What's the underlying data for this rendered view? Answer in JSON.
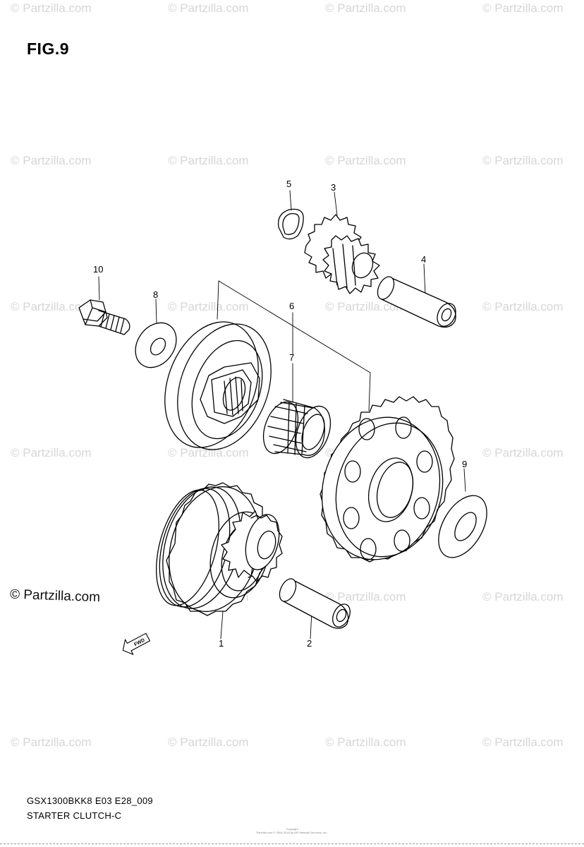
{
  "figure": {
    "title": "FIG.9"
  },
  "watermark": {
    "text": "© Partzilla.com"
  },
  "callouts": [
    {
      "id": "1",
      "label": "1"
    },
    {
      "id": "2",
      "label": "2"
    },
    {
      "id": "3",
      "label": "3"
    },
    {
      "id": "4",
      "label": "4"
    },
    {
      "id": "5",
      "label": "5"
    },
    {
      "id": "6",
      "label": "6"
    },
    {
      "id": "7",
      "label": "7"
    },
    {
      "id": "8",
      "label": "8"
    },
    {
      "id": "9",
      "label": "9"
    },
    {
      "id": "10",
      "label": "10"
    }
  ],
  "fwd_arrow": {
    "label": "FWD"
  },
  "footer": {
    "model_code": "GSX1300BKK8 E03 E28_009",
    "section_title": "STARTER CLUTCH-C",
    "copyright_line1": "Copyright",
    "copyright_line2": "Partzilla.com © 2004-2018 by ARI Network Services, Inc."
  }
}
